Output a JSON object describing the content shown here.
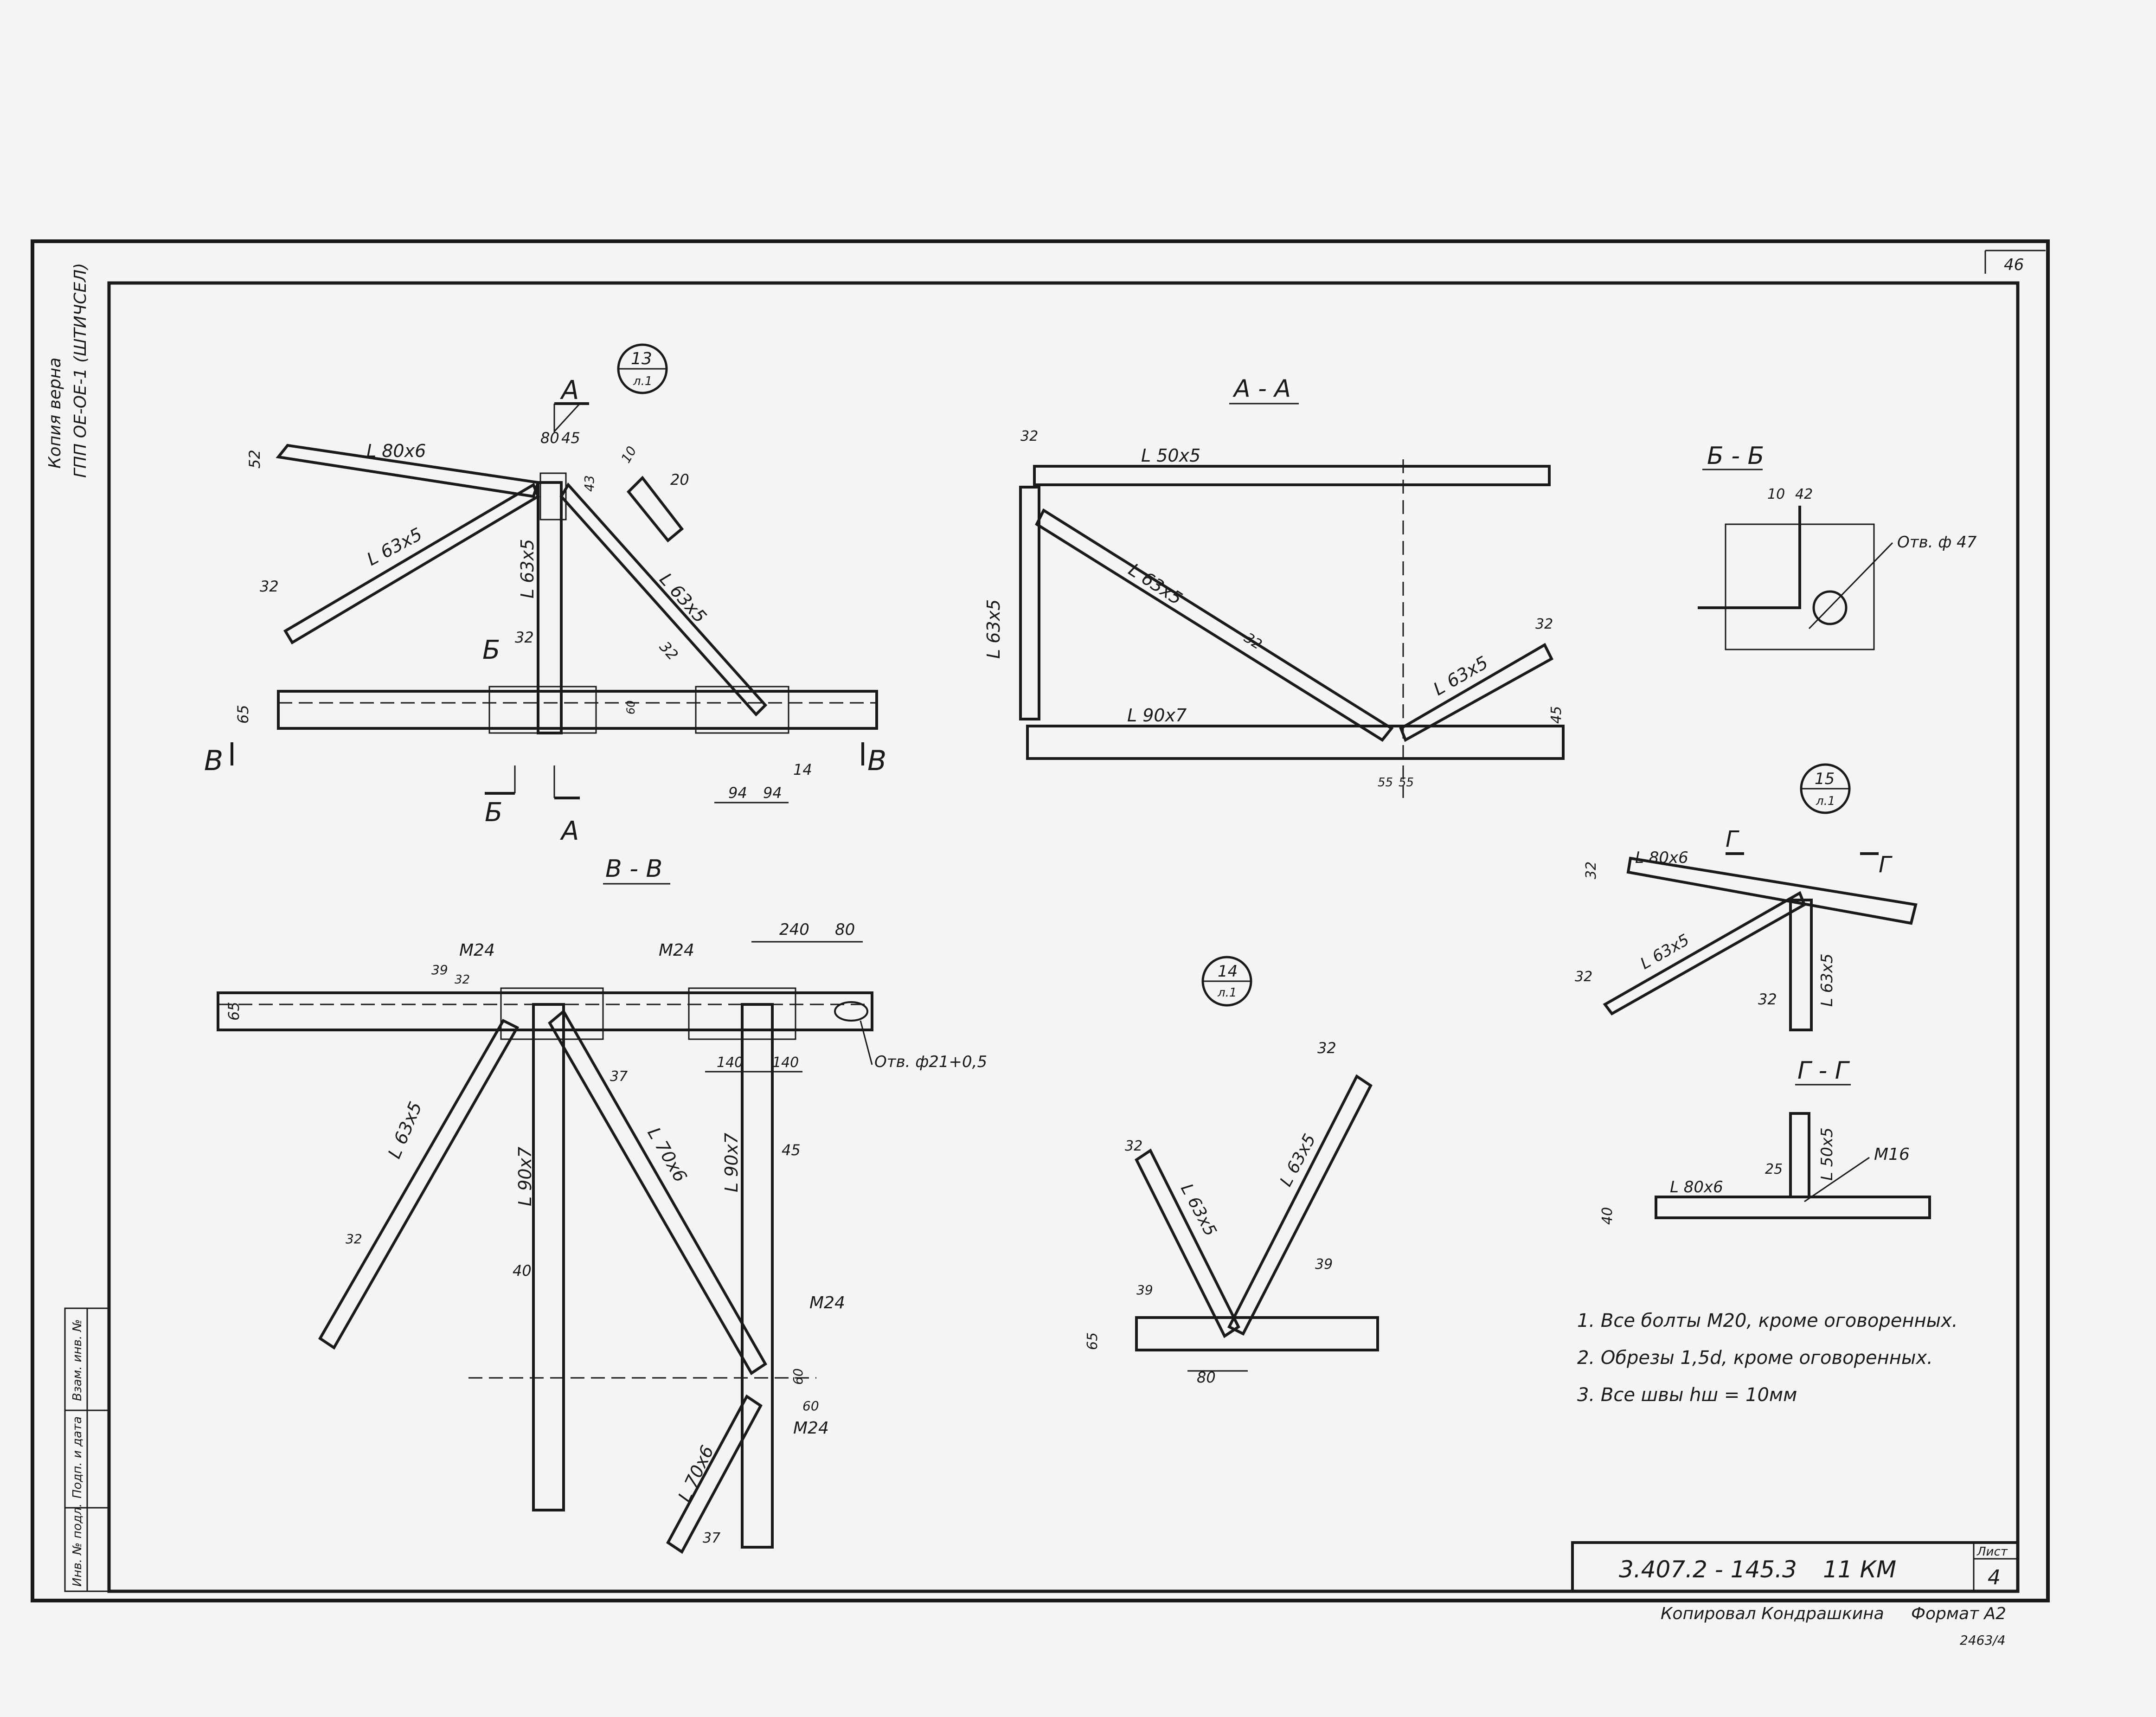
{
  "sheet_number": "46",
  "stamp": {
    "copy_note_line1": "Копия верна",
    "copy_note_line2": "ГПП ОЕ-ОЕ-1 (ШТИЧСЕЛ)",
    "fields": [
      "Инв. № подл.",
      "Подп. и дата",
      "Взам. инв. №"
    ]
  },
  "title_block": {
    "code": "3.407.2 - 145.3",
    "mark": "11 КМ",
    "sheet_label": "Лист",
    "sheet_no": "4",
    "copied_by": "Копировал Кондрашкина",
    "format": "Формат А2",
    "order_no": "2463/4"
  },
  "callouts": {
    "c13": {
      "num": "13",
      "sheet": "л.1"
    },
    "c14": {
      "num": "14",
      "sheet": "л.1"
    },
    "c15": {
      "num": "15",
      "sheet": "л.1"
    }
  },
  "section_titles": {
    "aa": "А - А",
    "bb": "Б - Б",
    "vv": "В - В",
    "gg": "Г - Г"
  },
  "cut_letters": {
    "A": "А",
    "B": "Б",
    "V": "В",
    "G": "Г"
  },
  "view13": {
    "profiles": [
      "L 80x6",
      "L 63x5",
      "L 63x5",
      "L 63x5"
    ],
    "dims": [
      "80",
      "45",
      "52",
      "32",
      "43",
      "32",
      "32",
      "65",
      "60",
      "94",
      "94",
      "14",
      "10",
      "20"
    ]
  },
  "viewAA": {
    "profiles": [
      "L 50x5",
      "L 63x5",
      "L 63x5",
      "L 90x7",
      "L 63x5"
    ],
    "dims": [
      "32",
      "32",
      "32",
      "45",
      "55",
      "55"
    ]
  },
  "viewBB": {
    "hole": "Отв. ф 47",
    "dims": [
      "10",
      "42"
    ]
  },
  "viewVV": {
    "bolts": [
      "M24",
      "M24",
      "M24",
      "M24"
    ],
    "profiles": [
      "L 63x5",
      "L 90x7",
      "L 70x6",
      "L 90x7",
      "L 70x6"
    ],
    "dims": [
      "240",
      "80",
      "65",
      "39",
      "32",
      "140",
      "140",
      "37",
      "45",
      "40",
      "60",
      "60",
      "37",
      "32"
    ],
    "hole": "Отв. ф21+0,5"
  },
  "view14": {
    "profiles": [
      "L 63x5",
      "L 63x5"
    ],
    "dims": [
      "32",
      "32",
      "39",
      "39",
      "65",
      "80"
    ]
  },
  "view15": {
    "profiles": [
      "L 80x6",
      "L 63x5",
      "L 63x5"
    ],
    "dims": [
      "32",
      "32",
      "32"
    ]
  },
  "viewGG": {
    "profiles": [
      "L 80x6",
      "L 50x5"
    ],
    "bolt": "M16",
    "dims": [
      "25",
      "40"
    ]
  },
  "notes": [
    "1. Все болты М20, кроме оговоренных.",
    "2. Обрезы 1,5d, кроме оговоренных.",
    "3. Все швы hш = 10мм"
  ]
}
